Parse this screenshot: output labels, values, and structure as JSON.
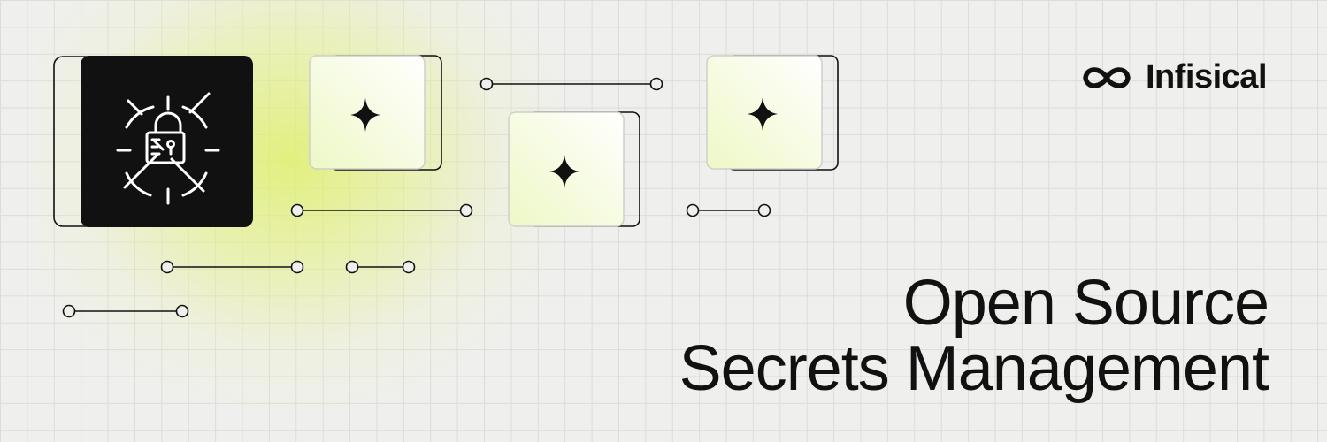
{
  "brand": {
    "name": "Infisical",
    "logo_icon": "infinity-icon"
  },
  "headline": {
    "line1": "Open Source",
    "line2": "Secrets Management"
  },
  "illustration": {
    "lock_tile_icon": "lock-target-icon",
    "card_icon": "sparkle-icon",
    "connector": "dot-line-dot"
  },
  "colors": {
    "background": "#efefed",
    "grid": "#dcdcd8",
    "glow": "#dff06c",
    "ink": "#111111",
    "lock_tile": "#111111",
    "card_fill": "#f6fbe2"
  }
}
